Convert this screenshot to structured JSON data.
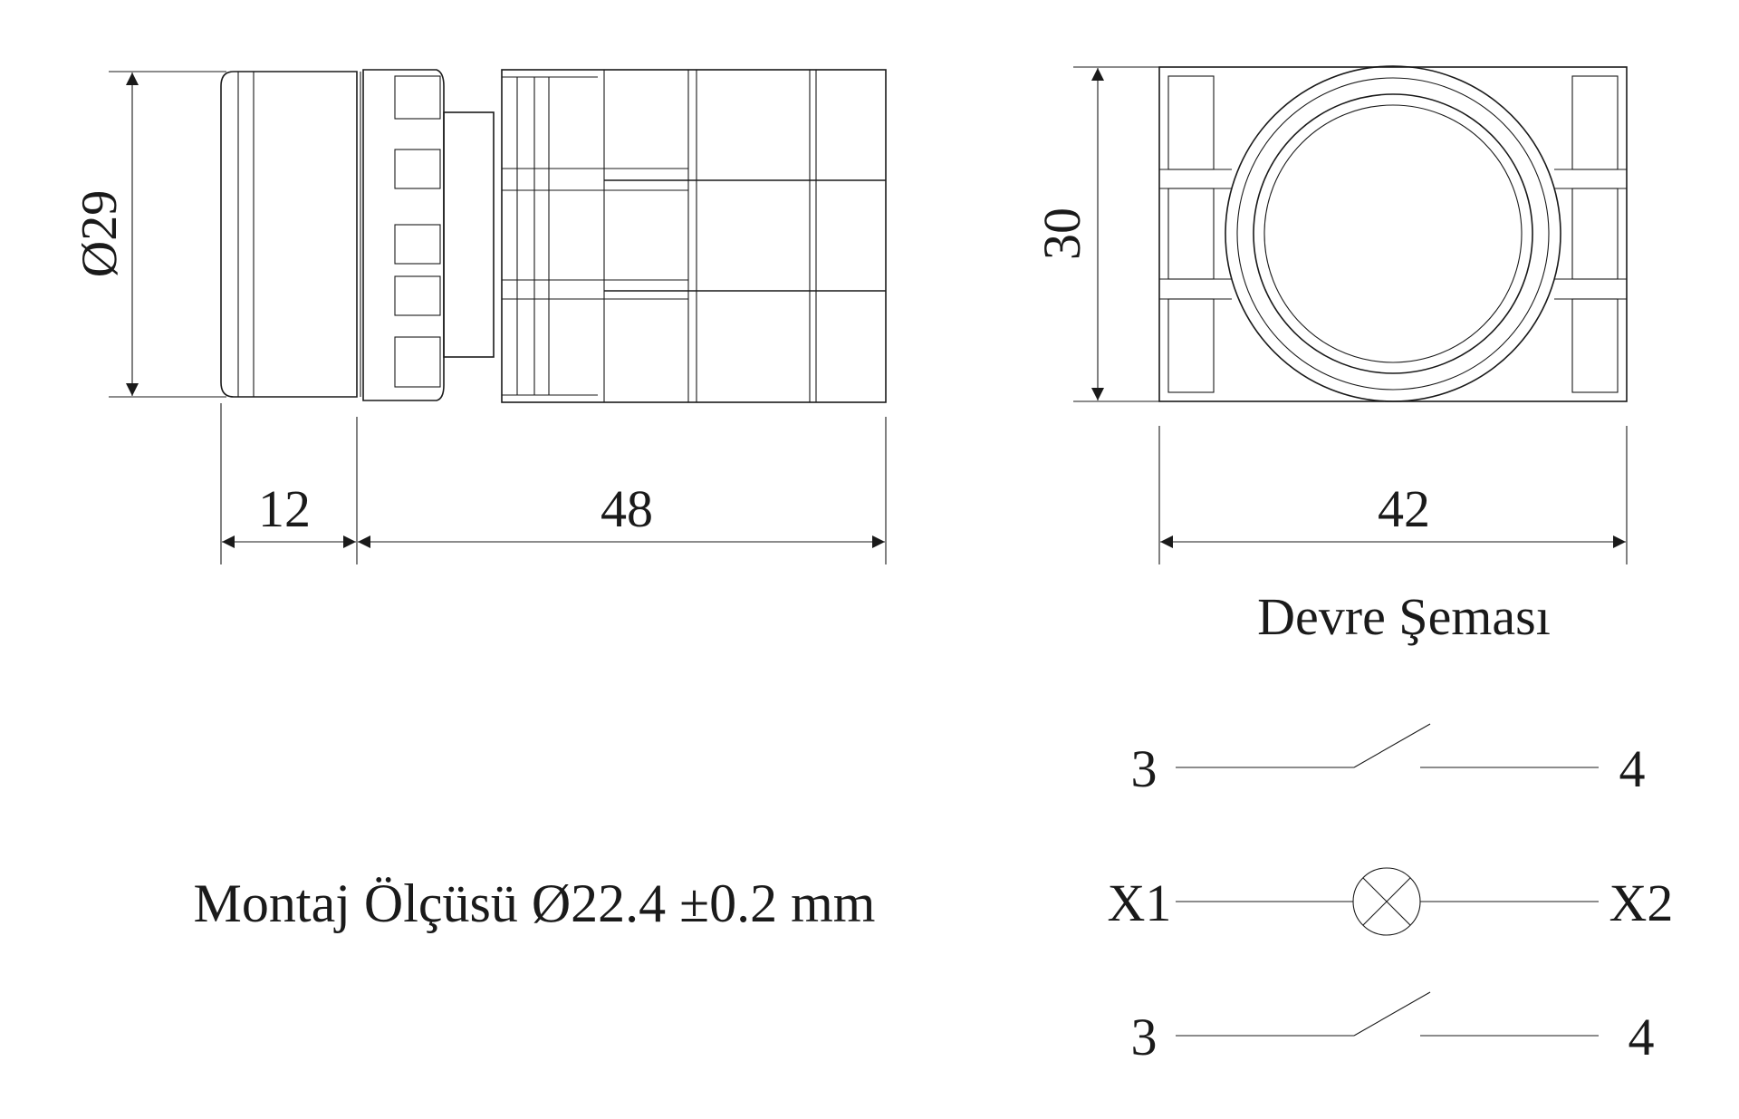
{
  "side_view": {
    "diameter_label": "Ø29",
    "length_front_label": "12",
    "length_body_label": "48"
  },
  "front_view": {
    "height_label": "30",
    "width_label": "42"
  },
  "mounting_text": "Montaj Ölçüsü Ø22.4 ±0.2 mm",
  "circuit": {
    "title": "Devre Şeması",
    "rows": [
      {
        "left": "3",
        "right": "4",
        "symbol": "normally-open-contact"
      },
      {
        "left": "X1",
        "right": "X2",
        "symbol": "lamp"
      },
      {
        "left": "3",
        "right": "4",
        "symbol": "normally-open-contact"
      }
    ]
  },
  "colors": {
    "ink": "#1a1a1a",
    "background": "#ffffff"
  }
}
